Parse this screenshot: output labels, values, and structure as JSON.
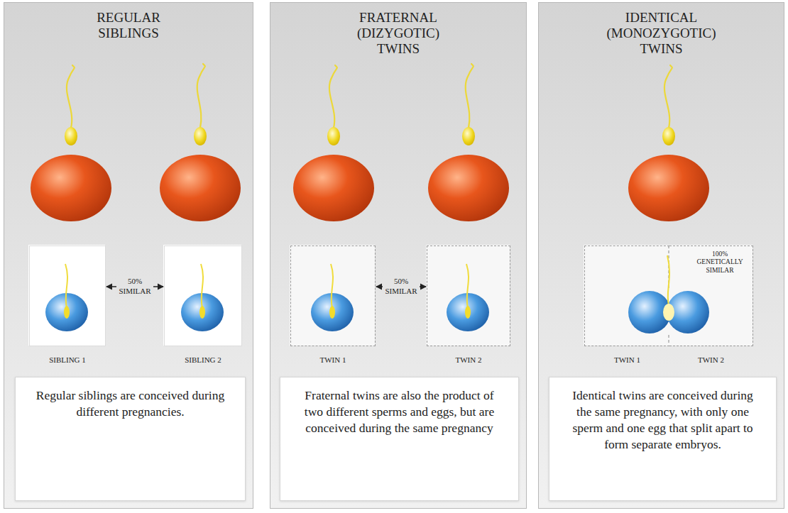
{
  "diagram": {
    "nodes": [
      {
        "text": [
          "REGULAR SIBLINGS"
        ]
      },
      {
        "text": [
          "SIBLING 1"
        ],
        "in": 0
      },
      {
        "text": [
          "SIBLING 2"
        ],
        "in": 0
      },
      {
        "text": [
          "Regular siblings are conceived during different pregnancies."
        ],
        "in": 0
      },
      {
        "text": [
          "FRATERNAL (DIZYGOTIC) TWINS"
        ]
      },
      {
        "text": [
          "TWIN 1"
        ],
        "in": 4
      },
      {
        "text": [
          "TWIN 2"
        ],
        "in": 4
      },
      {
        "text": [
          "Fraternal twins are also the product of two different sperms and eggs, but are conceived during the same pregnancy"
        ],
        "in": 4
      },
      {
        "text": [
          "IDENTICAL (MONOZYGOTIC) TWINS"
        ]
      },
      {
        "text": [
          "TWIN 1"
        ],
        "in": 8
      },
      {
        "text": [
          "TWIN 2"
        ],
        "in": 8
      },
      {
        "text": [
          "Identical twins are conceived during the same pregnancy, with only one sperm and one egg that split apart to form separate embryos."
        ],
        "in": 8
      }
    ],
    "edges": [
      {
        "from": 1,
        "to": 2,
        "arrow": "both",
        "label": "50% SIMILAR"
      },
      {
        "from": 5,
        "to": 6,
        "arrow": "both",
        "label": "50% SIMILAR"
      }
    ],
    "labels": [
      "100% GENETICALLY SIMILAR"
    ]
  }
}
